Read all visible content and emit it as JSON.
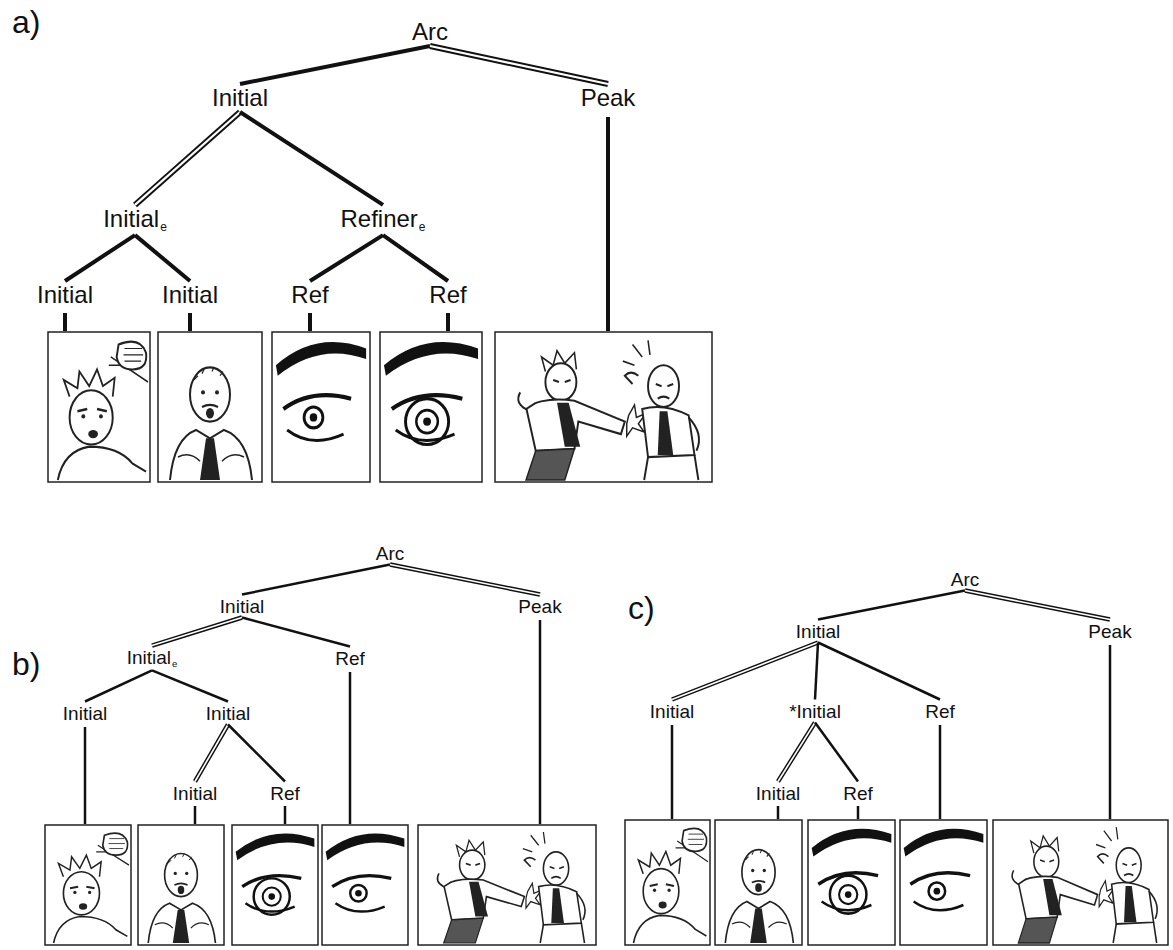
{
  "diagram": {
    "nodes": [
      {
        "text": [
          "Arc"
        ]
      },
      {
        "text": [
          "Initial"
        ]
      },
      {
        "text": [
          "Peak"
        ]
      },
      {
        "text": [
          "Initial",
          "e"
        ]
      },
      {
        "text": [
          "Refiner",
          "e"
        ]
      },
      {
        "text": [
          "Initial"
        ]
      },
      {
        "text": [
          "Initial"
        ]
      },
      {
        "text": [
          "Ref"
        ]
      },
      {
        "text": [
          "Ref"
        ]
      },
      {
        "text": [
          "Arc"
        ]
      },
      {
        "text": [
          "Initial"
        ]
      },
      {
        "text": [
          "Peak"
        ]
      },
      {
        "text": [
          "Initial",
          "e"
        ]
      },
      {
        "text": [
          "Ref"
        ]
      },
      {
        "text": [
          "Initial"
        ]
      },
      {
        "text": [
          "Initial"
        ]
      },
      {
        "text": [
          "Initial"
        ]
      },
      {
        "text": [
          "Ref"
        ]
      },
      {
        "text": [
          "Arc"
        ]
      },
      {
        "text": [
          "Initial"
        ]
      },
      {
        "text": [
          "Peak"
        ]
      },
      {
        "text": [
          "Initial"
        ]
      },
      {
        "text": [
          "*Initial"
        ]
      },
      {
        "text": [
          "Ref"
        ]
      },
      {
        "text": [
          "Initial"
        ]
      },
      {
        "text": [
          "Ref"
        ]
      }
    ],
    "edges": [
      {
        "from": 0,
        "to": 1,
        "arrow": "none"
      },
      {
        "from": 0,
        "to": 2,
        "arrow": "none"
      },
      {
        "from": 1,
        "to": 3,
        "arrow": "none"
      },
      {
        "from": 1,
        "to": 4,
        "arrow": "none"
      },
      {
        "from": 3,
        "to": 5,
        "arrow": "none"
      },
      {
        "from": 3,
        "to": 6,
        "arrow": "none"
      },
      {
        "from": 4,
        "to": 7,
        "arrow": "none"
      },
      {
        "from": 4,
        "to": 8,
        "arrow": "none"
      },
      {
        "from": 9,
        "to": 10,
        "arrow": "none"
      },
      {
        "from": 9,
        "to": 11,
        "arrow": "none"
      },
      {
        "from": 10,
        "to": 12,
        "arrow": "none"
      },
      {
        "from": 10,
        "to": 13,
        "arrow": "none"
      },
      {
        "from": 12,
        "to": 14,
        "arrow": "none"
      },
      {
        "from": 12,
        "to": 15,
        "arrow": "none"
      },
      {
        "from": 15,
        "to": 16,
        "arrow": "none"
      },
      {
        "from": 15,
        "to": 17,
        "arrow": "none"
      },
      {
        "from": 18,
        "to": 19,
        "arrow": "none"
      },
      {
        "from": 18,
        "to": 20,
        "arrow": "none"
      },
      {
        "from": 19,
        "to": 21,
        "arrow": "none"
      },
      {
        "from": 19,
        "to": 22,
        "arrow": "none"
      },
      {
        "from": 19,
        "to": 23,
        "arrow": "none"
      },
      {
        "from": 22,
        "to": 24,
        "arrow": "none"
      },
      {
        "from": 22,
        "to": 25,
        "arrow": "none"
      }
    ],
    "labels": [
      "a)",
      "b)",
      "c)"
    ]
  }
}
